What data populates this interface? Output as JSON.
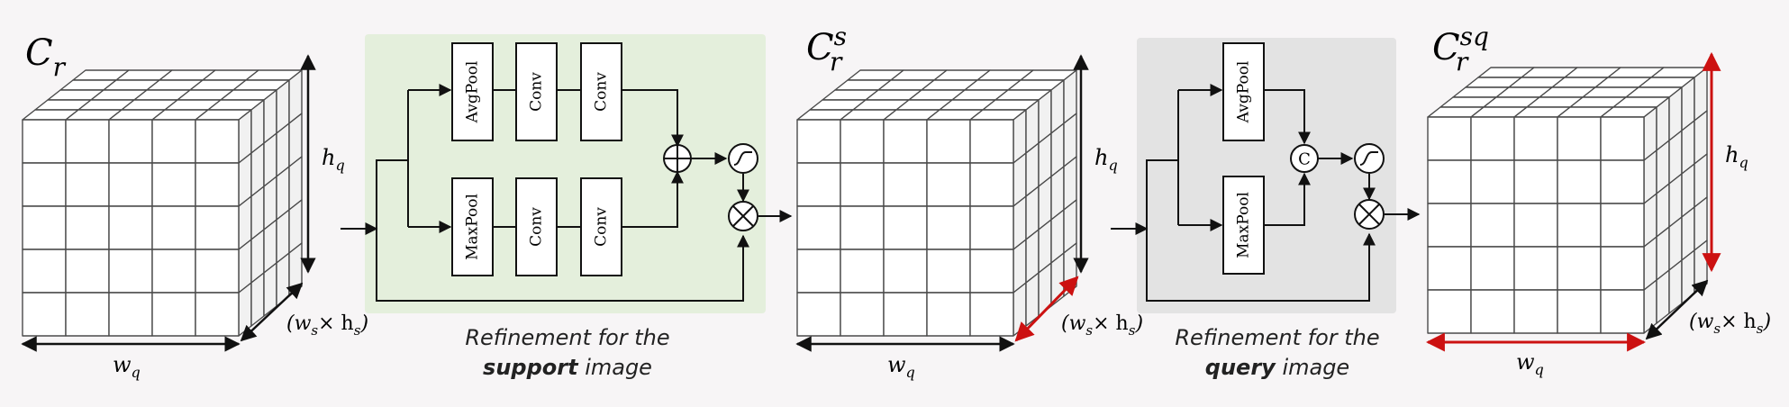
{
  "colors": {
    "line": "#111111",
    "highlight": "#cc1111",
    "support_panel": "#e4efdc",
    "query_panel": "#e3e3e3",
    "cube_face": "#ffffff",
    "cube_side": "#f1f1f1",
    "cube_edge": "#4a4a4a"
  },
  "cubes": [
    {
      "base": "C",
      "sub": "r",
      "sup": "",
      "width_label": "w",
      "width_sub": "q",
      "height_label": "h",
      "height_sub": "q",
      "depth_label": "(w",
      "depth_mid": "s",
      "depth_x": "× h",
      "depth_end": "s",
      "depth_close": ")"
    },
    {
      "base": "C",
      "sub": "r",
      "sup": "s",
      "width_label": "w",
      "width_sub": "q",
      "height_label": "h",
      "height_sub": "q",
      "depth_label": "(w",
      "depth_mid": "s",
      "depth_x": "× h",
      "depth_end": "s",
      "depth_close": ")"
    },
    {
      "base": "C",
      "sub": "r",
      "sup": "sq",
      "width_label": "w",
      "width_sub": "q",
      "height_label": "h",
      "height_sub": "q",
      "depth_label": "(w",
      "depth_mid": "s",
      "depth_x": "× h",
      "depth_end": "s",
      "depth_close": ")"
    }
  ],
  "support_block": {
    "top_branch": [
      "AvgPool",
      "Conv",
      "Conv"
    ],
    "bottom_branch": [
      "MaxPool",
      "Conv",
      "Conv"
    ],
    "caption_line1": "Refinement for the",
    "caption_bold": "support",
    "caption_rest": " image"
  },
  "query_block": {
    "top_branch": [
      "AvgPool"
    ],
    "bottom_branch": [
      "MaxPool"
    ],
    "concat_symbol": "C",
    "caption_line1": "Refinement for the",
    "caption_bold": "query",
    "caption_rest": " image"
  }
}
